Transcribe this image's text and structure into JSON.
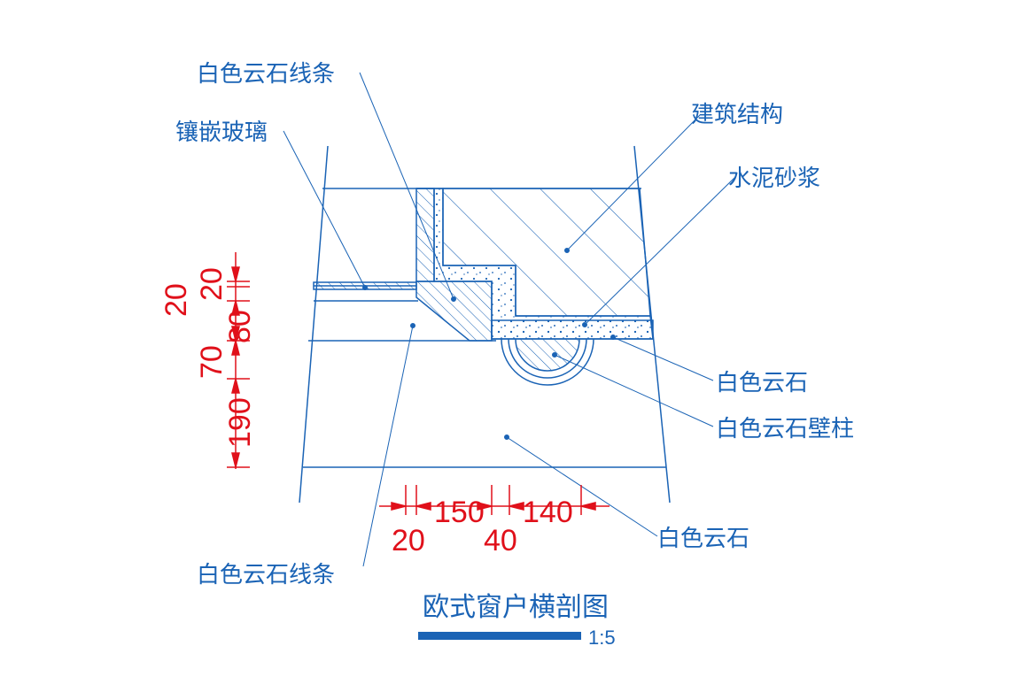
{
  "labels": {
    "mosaic_glass": "镶嵌玻璃",
    "white_marble_moulding_top": "白色云石线条",
    "building_structure": "建筑结构",
    "cement_mortar": "水泥砂浆",
    "white_marble_right": "白色云石",
    "white_marble_pilaster": "白色云石壁柱",
    "white_marble_bottom": "白色云石",
    "white_marble_moulding_bottom": "白色云石线条"
  },
  "dimensions": {
    "vertical": [
      "20",
      "20",
      "80",
      "70",
      "190"
    ],
    "horizontal": [
      "20",
      "150",
      "40",
      "140"
    ]
  },
  "title": "欧式窗户横剖图",
  "scale": "1:5",
  "colors": {
    "line": "#1a63b5",
    "dimension": "#e0101a",
    "background": "#ffffff"
  }
}
